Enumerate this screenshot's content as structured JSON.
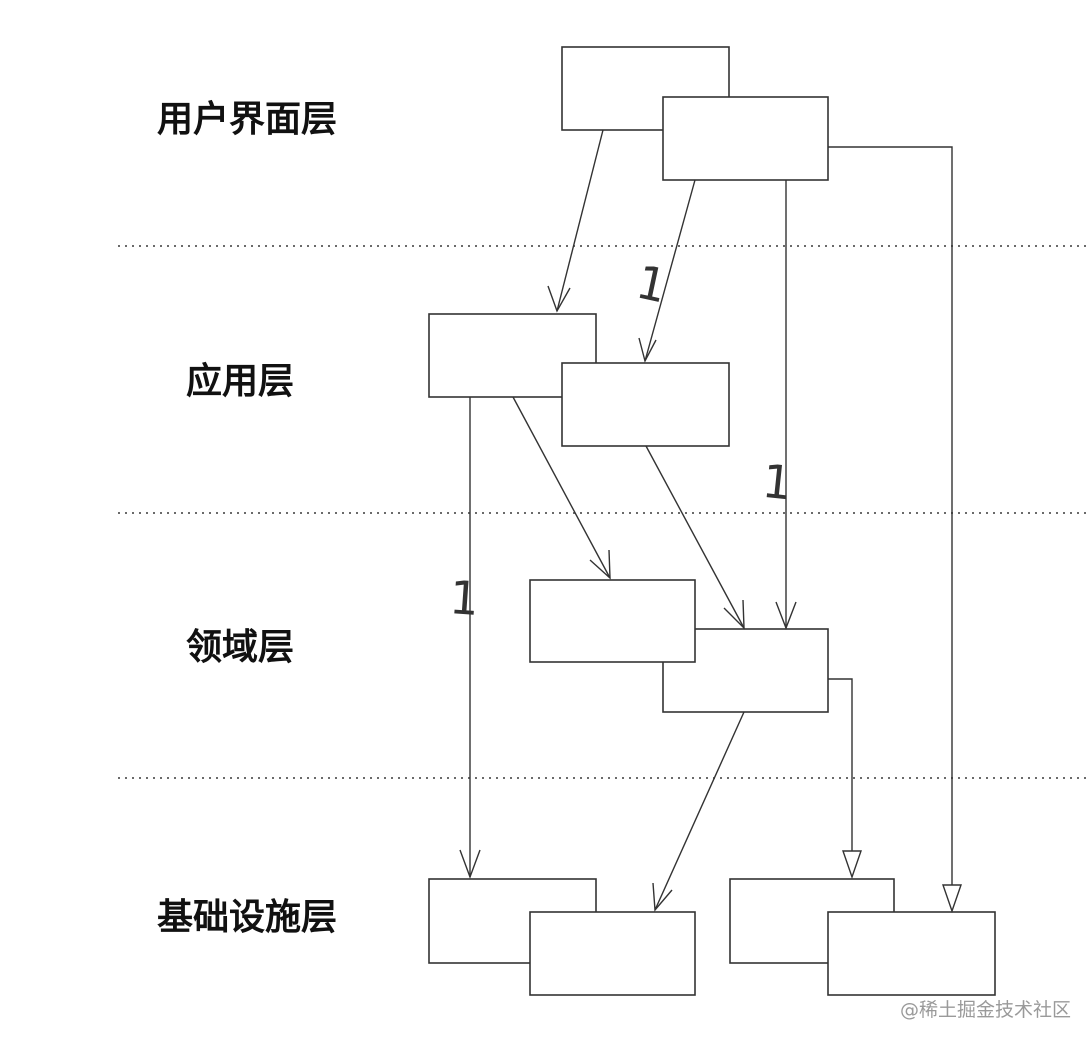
{
  "layers": [
    {
      "label": "用户界面层"
    },
    {
      "label": "应用层"
    },
    {
      "label": "领域层"
    },
    {
      "label": "基础设施层"
    }
  ],
  "multiplicities": [
    "1",
    "1",
    "1"
  ],
  "watermark": "@稀土掘金技术社区"
}
